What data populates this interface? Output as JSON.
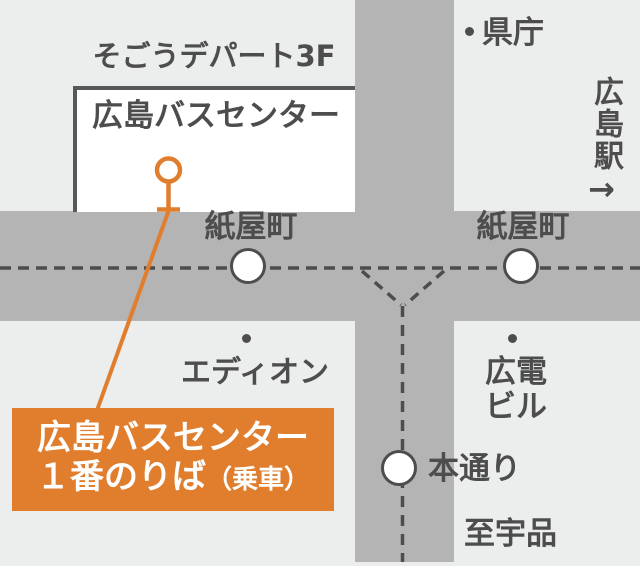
{
  "colors": {
    "background": "#ECEDED",
    "road": "#B4B4B4",
    "outline": "#4D4D4D",
    "accent_orange": "#E07E2E",
    "building_fill": "#FFFFFF"
  },
  "buildings": {
    "sogo_label": "そごうデパート3F",
    "bus_center_label": "広島バスセンター"
  },
  "callout": {
    "line1": "広島バスセンター",
    "line2_main": "１番のりば",
    "line2_paren": "（乗車）"
  },
  "stations": {
    "kamiyacho_west": "紙屋町",
    "kamiyacho_east": "紙屋町",
    "hondori": "本通り"
  },
  "landmarks": {
    "kencho": "県庁",
    "edion": "エディオン",
    "hiroden_line1": "広電",
    "hiroden_line2": "ビル"
  },
  "directions": {
    "hiroshima_station": "広島駅",
    "station_arrow": "→",
    "to_ujina": "至宇品"
  },
  "icons": {
    "bus_stop_marker": "orange-ring-marker",
    "station_circle": "white-circle-stop",
    "landmark_dot": "poi-dot"
  }
}
